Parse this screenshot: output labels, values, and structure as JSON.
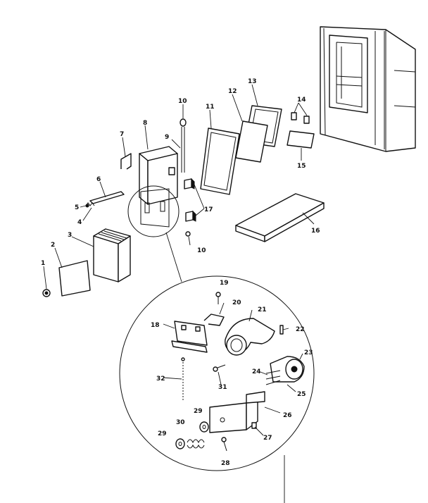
{
  "callouts": [
    "1",
    "2",
    "3",
    "4",
    "5",
    "6",
    "7",
    "8",
    "9",
    "10",
    "11",
    "12",
    "13",
    "14",
    "15",
    "16",
    "17",
    "18",
    "19",
    "20",
    "21",
    "22",
    "23",
    "24",
    "25",
    "26",
    "27",
    "28",
    "29",
    "30",
    "31",
    "32"
  ],
  "extra": {
    "ten_b": "10",
    "twenty_nine_b": "29"
  }
}
